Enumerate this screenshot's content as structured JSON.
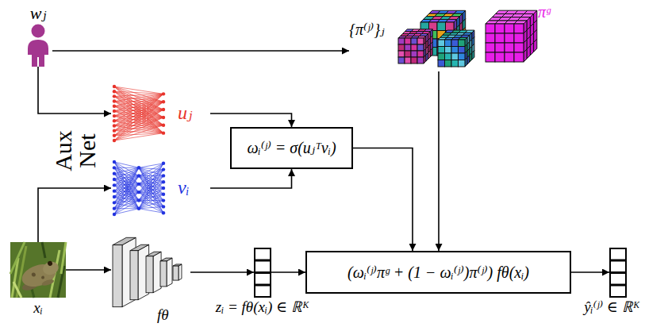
{
  "diagram": {
    "nodes": [
      {
        "text": [
          "wⱼ"
        ]
      },
      {
        "text": [
          "{π⁽ʲ⁾}ⱼ",
          "πᵍ"
        ]
      },
      {
        "text": [
          "uⱼ"
        ]
      },
      {
        "text": [
          "vᵢ"
        ]
      },
      {
        "text": [
          "ωᵢ⁽ʲ⁾ = σ(uⱼᵀvᵢ)"
        ]
      },
      {
        "text": [
          "xᵢ"
        ]
      },
      {
        "text": [
          "fθ"
        ]
      },
      {
        "text": [
          "zᵢ = fθ(xᵢ) ∈ ℝᴷ"
        ]
      },
      {
        "text": [
          "(ωᵢ⁽ʲ⁾πᵍ + (1 − ωᵢ⁽ʲ⁾)π⁽ʲ⁾) fθ(xᵢ)"
        ]
      },
      {
        "text": [
          "ŷᵢ⁽ʲ⁾ ∈ ℝᴷ"
        ]
      }
    ],
    "edges": [
      {
        "from": 0,
        "to": 1,
        "arrow": "to"
      },
      {
        "from": 0,
        "to": 2,
        "arrow": "to"
      },
      {
        "from": 1,
        "to": 8,
        "arrow": "to"
      },
      {
        "from": 2,
        "to": 4,
        "arrow": "to"
      },
      {
        "from": 3,
        "to": 4,
        "arrow": "to"
      },
      {
        "from": 4,
        "to": 8,
        "arrow": "to"
      },
      {
        "from": 5,
        "to": 6,
        "arrow": "to"
      },
      {
        "from": 5,
        "to": 3,
        "arrow": "to"
      },
      {
        "from": 6,
        "to": 7,
        "arrow": "to"
      },
      {
        "from": 7,
        "to": 8,
        "arrow": "to"
      },
      {
        "from": 8,
        "to": 9,
        "arrow": "to"
      }
    ],
    "labels": [
      "Aux Net"
    ]
  }
}
